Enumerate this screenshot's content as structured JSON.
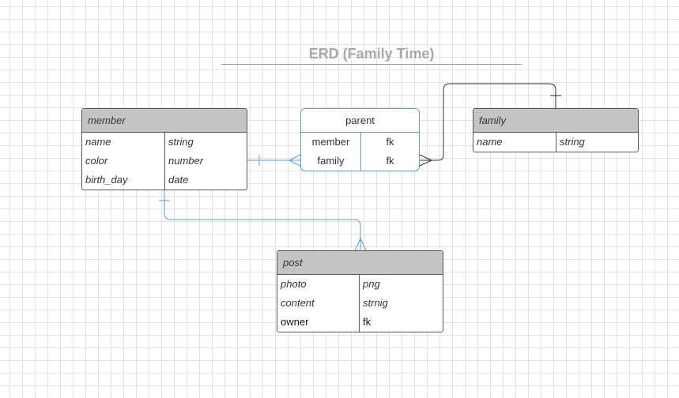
{
  "diagram": {
    "title": "ERD (Family Time)"
  },
  "entities": {
    "member": {
      "name": "member",
      "fields": [
        {
          "name": "name",
          "type": "string"
        },
        {
          "name": "color",
          "type": "number"
        },
        {
          "name": "birth_day",
          "type": "date"
        }
      ]
    },
    "parent": {
      "name": "parent",
      "fields": [
        {
          "name": "member",
          "type": "fk"
        },
        {
          "name": "family",
          "type": "fk"
        }
      ]
    },
    "family": {
      "name": "family",
      "fields": [
        {
          "name": "name",
          "type": "string"
        }
      ]
    },
    "post": {
      "name": "post",
      "fields": [
        {
          "name": "photo",
          "type": "png"
        },
        {
          "name": "content",
          "type": "strnig"
        },
        {
          "name": "owner",
          "type": "fk"
        }
      ]
    }
  },
  "relationships": [
    {
      "from": "member",
      "to": "parent",
      "from_cardinality": "one",
      "to_cardinality": "many"
    },
    {
      "from": "family",
      "to": "parent",
      "from_cardinality": "one",
      "to_cardinality": "many"
    },
    {
      "from": "member",
      "to": "post",
      "from_cardinality": "one",
      "to_cardinality": "many"
    }
  ],
  "colors": {
    "entity_header": "#c4c4c4",
    "entity_border": "#555555",
    "junction_border": "#5b9bd5",
    "connector_blue": "#5b9bd5",
    "connector_dark": "#333333",
    "title": "#a4a8b0",
    "grid": "#e3e3e3"
  }
}
